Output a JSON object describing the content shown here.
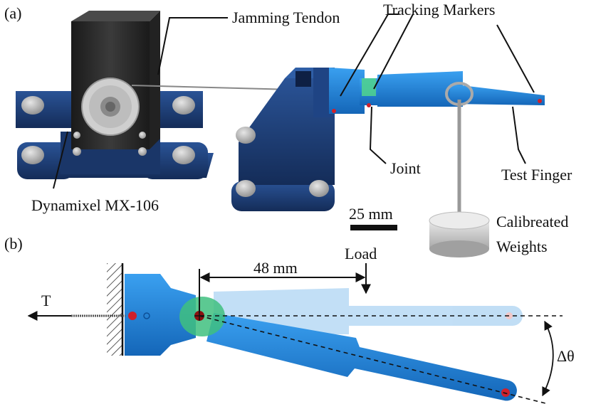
{
  "figure": {
    "panel_a": "(a)",
    "panel_b": "(b)",
    "labels": {
      "jamming_tendon": "Jamming Tendon",
      "tracking_markers": "Tracking Markers",
      "joint": "Joint",
      "test_finger": "Test Finger",
      "dynamixel": "Dynamixel MX-106",
      "scale_bar": "25 mm",
      "weights_line1": "Calibreated",
      "weights_line2": "Weights",
      "tension": "T",
      "distance": "48 mm",
      "load": "Load",
      "delta_theta": "Δθ"
    },
    "colors": {
      "dark_blue": "#1d3f78",
      "bright_blue": "#1e88e0",
      "light_blue": "#a9d3f3",
      "marker_green": "#3fbf7f",
      "motor_black": "#2a2a2a",
      "bolt_gray": "#bcbcbc",
      "marker_red": "#d0202a"
    }
  }
}
